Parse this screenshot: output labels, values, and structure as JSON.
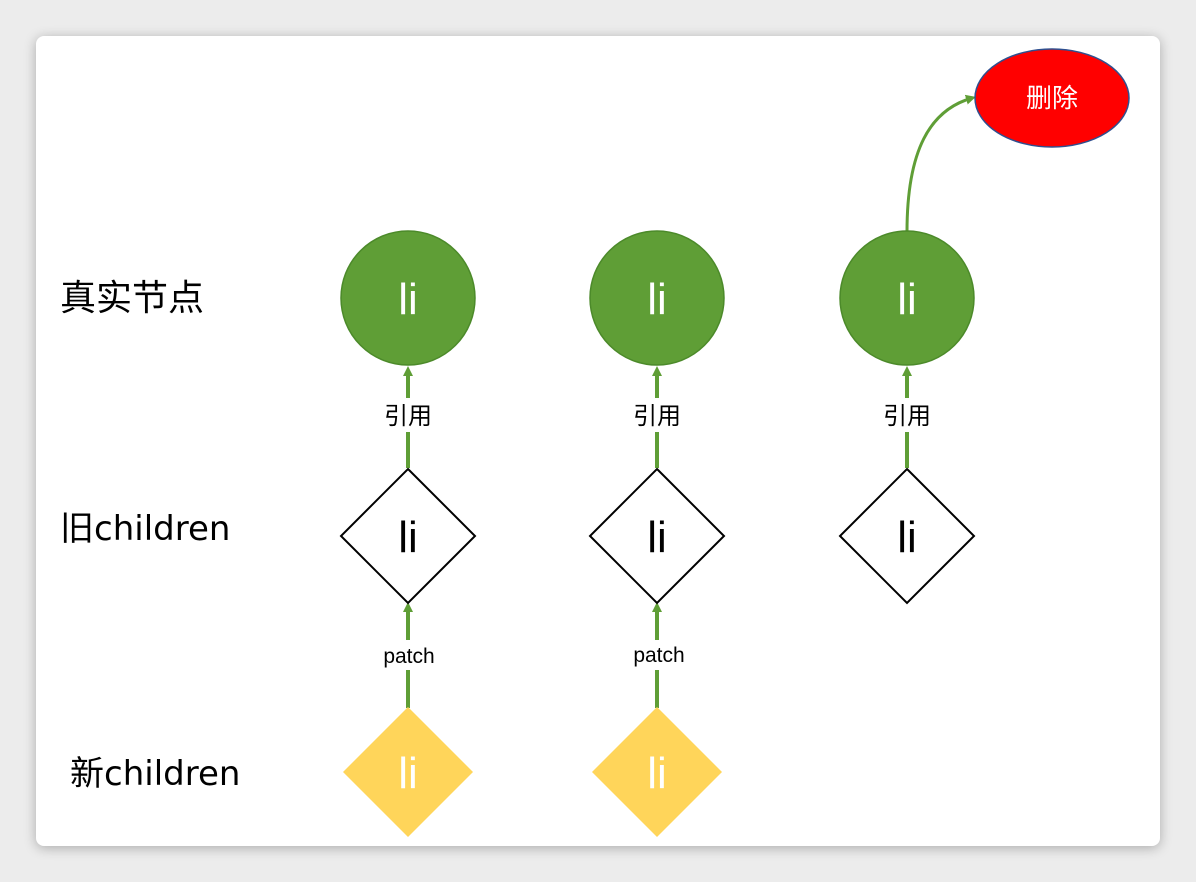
{
  "rows": {
    "real": "真实节点",
    "old": "旧children",
    "new": "新children"
  },
  "node_text": "li",
  "edge_labels": {
    "ref": "引用",
    "patch": "patch"
  },
  "delete_label": "删除",
  "colors": {
    "real_fill": "#5f9e36",
    "real_stroke": "#4c8a2a",
    "new_fill": "#ffd55a",
    "arrow": "#5f9e36",
    "delete_fill": "#ff0000",
    "delete_stroke": "#2f4f8f"
  }
}
